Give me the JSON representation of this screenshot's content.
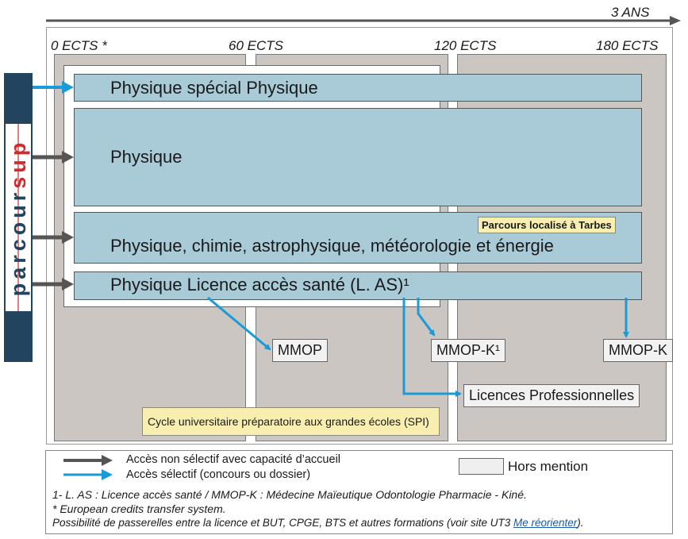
{
  "timeline": {
    "duration_label": "3 ANS"
  },
  "ects_labels": [
    "0 ECTS *",
    "60 ECTS",
    "120 ECTS",
    "180 ECTS"
  ],
  "sidebar": {
    "brand_prefix": "parcour",
    "brand_suffix": "sup",
    "brand_colors": {
      "background": "#22445e",
      "accent": "#cf2d2d"
    }
  },
  "programs": [
    "Physique spécial Physique",
    "Physique",
    "Physique, chimie, astrophysique, météorologie et énergie",
    "Physique Licence accès santé (L. AS)¹"
  ],
  "badge_tarbes": "Parcours localisé à Tarbes",
  "outcomes": {
    "mmop": "MMOP",
    "mmop_k1": "MMOP-K¹",
    "mmop_k": "MMOP-K",
    "licences_pro": "Licences Professionnelles",
    "spi": "Cycle universitaire préparatoire aux grandes écoles (SPI)"
  },
  "legend": {
    "non_selective": "Accès non sélectif avec capacité d’accueil",
    "selective": "Accès sélectif (concours ou dossier)",
    "hors_mention": "Hors mention",
    "footnote_1": "1- L. AS : Licence accès santé / MMOP-K : Médecine Maïeutique Odontologie Pharmacie - Kiné.",
    "footnote_2": "* European credits transfer system.",
    "footnote_3_before": "Possibilité de passerelles entre la licence et BUT, CPGE, BTS et autres formations (voir site UT3 ",
    "footnote_3_link": "Me réorienter",
    "footnote_3_after": ")."
  },
  "colors": {
    "arrow_grey": "#555555",
    "arrow_blue": "#1a9ad6",
    "program_fill": "#a9cbd8",
    "column_fill": "#cbc6c2",
    "spi_fill": "#f8eeb0"
  }
}
